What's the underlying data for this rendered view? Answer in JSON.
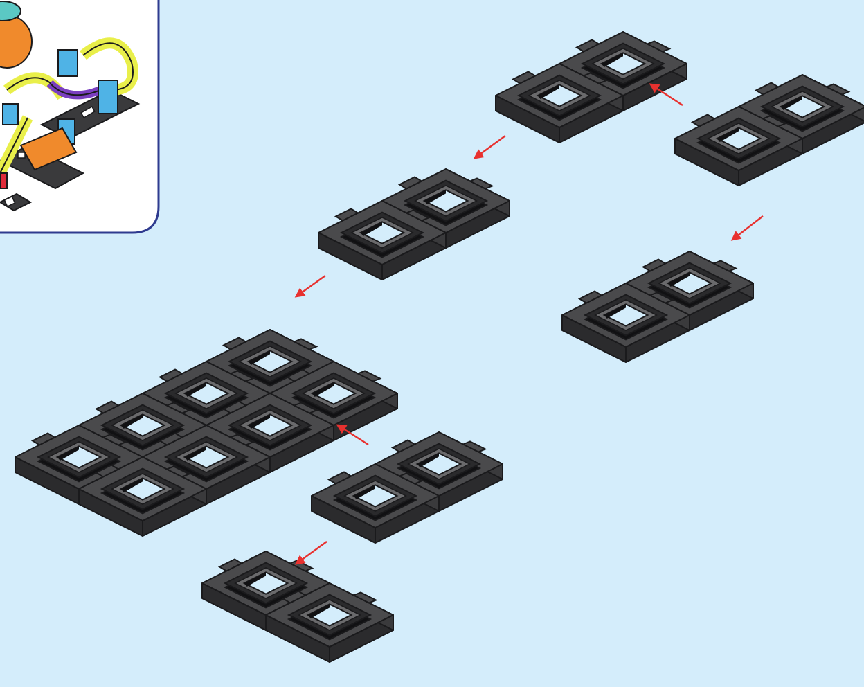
{
  "title": "",
  "colors": {
    "background": "#d4edfb",
    "baseplate": "#4a4a4c",
    "baseplate_dark": "#2b2b2d",
    "socket_top": "#6a6a6c",
    "socket_dark": "#111113",
    "outline": "#1a1a1c",
    "arrow": "#e8312f",
    "inset_border": "#2f3b8f",
    "inset_fill": "#ffffff"
  },
  "diagram": {
    "step_count": 7,
    "preview": {
      "description_icon": "marble-run-preview",
      "components": [
        "yellow-track",
        "blue-support",
        "orange-funnel",
        "purple-curve",
        "red-piece",
        "black-base"
      ]
    },
    "assemblies": [
      {
        "id": "strip-A",
        "sockets": 2
      },
      {
        "id": "strip-B",
        "sockets": 2
      },
      {
        "id": "strip-C",
        "sockets": 2
      },
      {
        "id": "strip-D",
        "sockets": 2
      },
      {
        "id": "strip-E",
        "sockets": 2
      },
      {
        "id": "strip-F",
        "sockets": 2
      },
      {
        "id": "grid-final",
        "sockets": 8
      }
    ]
  }
}
